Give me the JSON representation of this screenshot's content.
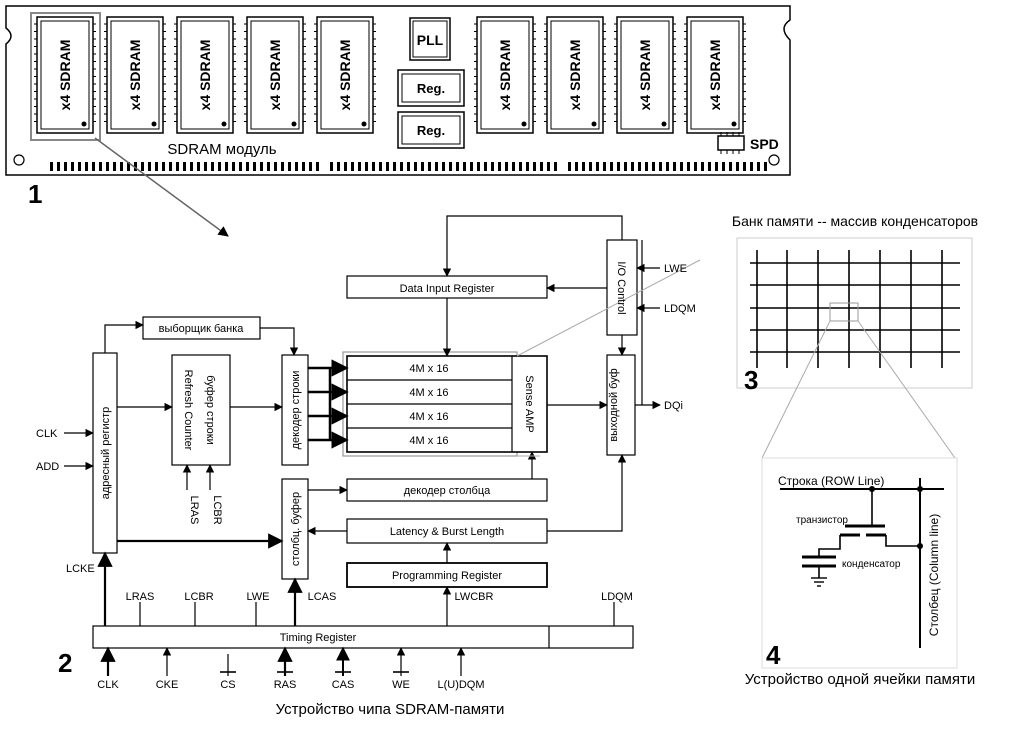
{
  "module": {
    "chip_label": "x4 SDRAM",
    "pll": "PLL",
    "reg": "Reg.",
    "title": "SDRAM модуль",
    "spd": "SPD"
  },
  "numbers": {
    "n1": "1",
    "n2": "2",
    "n3": "3",
    "n4": "4"
  },
  "bank_caption": "Банк памяти -- массив конденсаторов",
  "chip": {
    "data_input_register": "Data Input Register",
    "io_control": "I/O Control",
    "lwe": "LWE",
    "ldqm": "LDQM",
    "bank_selector": "выборщик банка",
    "address_register": "адресный регистр",
    "row_buffer": "буфер строки",
    "refresh_counter": "Refresh Counter",
    "row_decoder": "декодер строки",
    "arrays": [
      "4M x 16",
      "4M x 16",
      "4M x 16",
      "4M x 16"
    ],
    "sense_amp": "Sense AMP",
    "output_buffer": "выходной буф",
    "dqi": "DQi",
    "clk": "CLK",
    "add": "ADD",
    "lras": "LRAS",
    "lcbr": "LCBR",
    "col_buffer": "столбц. буфер",
    "col_decoder": "декодер столбца",
    "latency_burst": "Latency & Burst Length",
    "programming_register": "Programming Register",
    "lcke": "LCKE",
    "lcas": "LCAS",
    "lwcbr": "LWCBR",
    "timing_register": "Timing Register",
    "bottom_signals": [
      "CLK",
      "CKE",
      "CS",
      "RAS",
      "CAS",
      "WE",
      "L(U)DQM"
    ],
    "caption": "Устройство чипа SDRAM-памяти"
  },
  "cell": {
    "row_line": "Строка (ROW Line)",
    "transistor": "транзистор",
    "capacitor": "конденсатор",
    "column_line": "Столбец (Column line)",
    "caption": "Устройство одной ячейки памяти"
  }
}
